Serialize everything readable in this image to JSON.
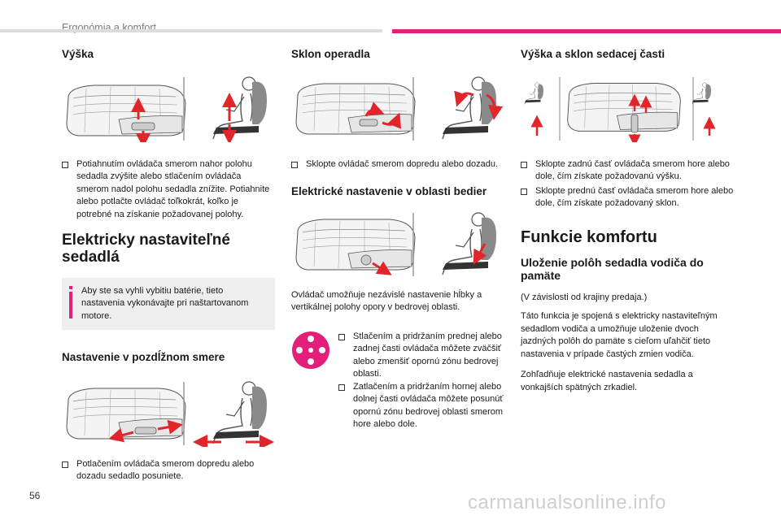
{
  "header": {
    "section": "Ergonómia a komfort"
  },
  "footer": {
    "page_number": "56",
    "watermark": "carmanualsonline.info"
  },
  "colors": {
    "accent": "#e2207a",
    "arrow": "#e0262b",
    "note_bg": "#eeeeee"
  },
  "col1": {
    "height_title": "Výška",
    "height_bullet": "Potiahnutím ovládača smerom nahor polohu sedadla zvýšite alebo stlačením ovládača smerom nadol polohu sedadla znížite. Potiahnite alebo potlačte ovládač toľkokrát, koľko je potrebné na získanie požadovanej polohy.",
    "electric_title": "Elektricky nastaviteľné sedadlá",
    "note": "Aby ste sa vyhli vybitiu batérie, tieto nastavenia vykonávajte pri naštartovanom motore.",
    "longitudinal_title": "Nastavenie v pozdĺžnom smere",
    "longitudinal_bullet": "Potlačením ovládača smerom dopredu alebo dozadu sedadlo posuniete."
  },
  "col2": {
    "backrest_title": "Sklon operadla",
    "backrest_bullet": "Sklopte ovládač smerom dopredu alebo dozadu.",
    "lumbar_title": "Elektrické nastavenie v oblasti bedier",
    "lumbar_text": "Ovládač umožňuje nezávislé nastavenie hĺbky a vertikálnej polohy opory v bedrovej oblasti.",
    "lumbar_bullet1": "Stlačením a pridržaním prednej alebo zadnej časti ovládača môžete zväčšiť alebo zmenšiť opornú zónu bedrovej oblasti.",
    "lumbar_bullet2": "Zatlačením a pridržaním hornej alebo dolnej časti ovládača môžete posunúť opornú zónu bedrovej oblasti smerom hore alebo dole."
  },
  "col3": {
    "cushion_title": "Výška a sklon sedacej časti",
    "cushion_bullet1": "Sklopte zadnú časť ovládača smerom hore alebo dole, čím získate požadovanú výšku.",
    "cushion_bullet2": "Sklopte prednú časť ovládača smerom hore alebo dole, čím získate požadovaný sklon.",
    "comfort_title": "Funkcie komfortu",
    "memory_title": "Uloženie polôh sedadla vodiča do pamäte",
    "memory_p1": "(V závislosti od krajiny predaja.)",
    "memory_p2": "Táto funkcia je spojená s elektricky nastaviteľným sedadlom vodiča a umožňuje uloženie dvoch jazdných polôh do pamäte s cieľom uľahčiť tieto nastavenia v prípade častých zmien vodiča.",
    "memory_p3": "Zohľadňuje elektrické nastavenia sedadla a vonkajších spätných zrkadiel."
  }
}
